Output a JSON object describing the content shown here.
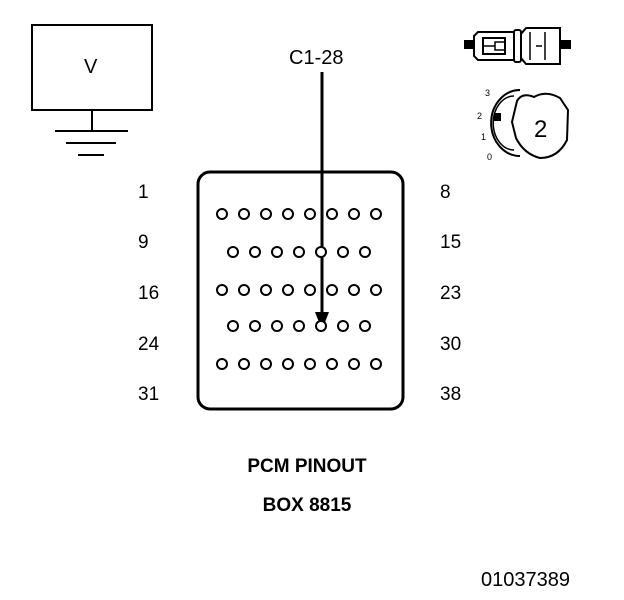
{
  "voltmeter": {
    "label": "V"
  },
  "probe": {
    "label": "C1-28",
    "target_pin": 28
  },
  "ignition_switch": {
    "positions": [
      "3",
      "2",
      "1",
      "0"
    ],
    "key_label": "2"
  },
  "pinout": {
    "rows": [
      {
        "left": "1",
        "right": "8",
        "first": 1,
        "last": 8
      },
      {
        "left": "9",
        "right": "15",
        "first": 9,
        "last": 15
      },
      {
        "left": "16",
        "right": "23",
        "first": 16,
        "last": 23
      },
      {
        "left": "24",
        "right": "30",
        "first": 24,
        "last": 30
      },
      {
        "left": "31",
        "right": "38",
        "first": 31,
        "last": 38
      }
    ]
  },
  "caption": {
    "line1": "PCM PINOUT",
    "line2": "BOX 8815"
  },
  "figure_id": "01037389"
}
